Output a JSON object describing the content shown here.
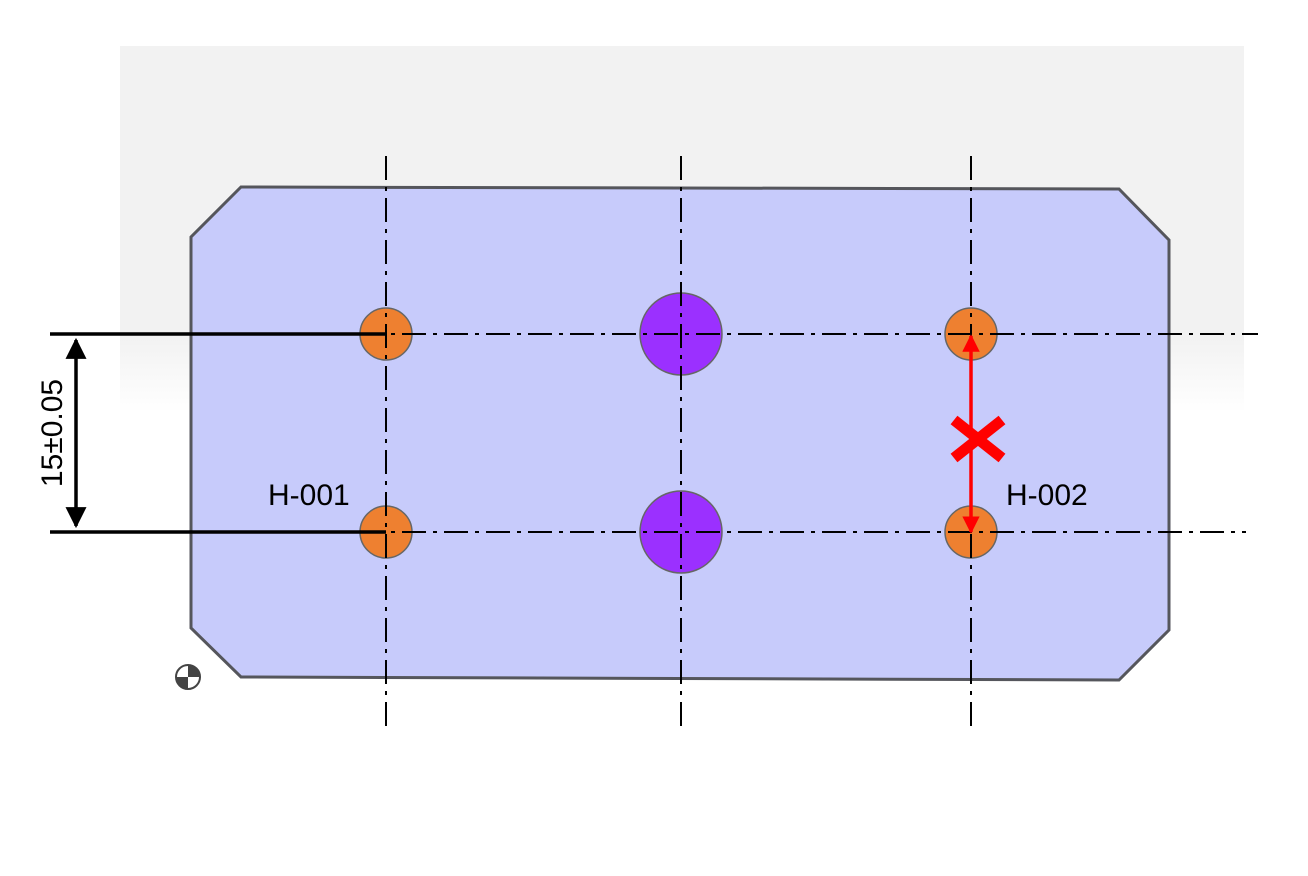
{
  "labels": {
    "hole_left": "H-001",
    "hole_right": "H-002",
    "dimension": "15±0.05"
  },
  "colors": {
    "plate_fill": "#c7cbfb",
    "plate_stroke": "#55565c",
    "small_hole": "#ee8030",
    "large_hole": "#9b30ff",
    "error_mark": "#ff0000",
    "centerline": "#000000",
    "backdrop": "#f2f2f2"
  },
  "icons": {
    "origin": "datum-origin-icon",
    "error": "cross-mark-icon"
  }
}
